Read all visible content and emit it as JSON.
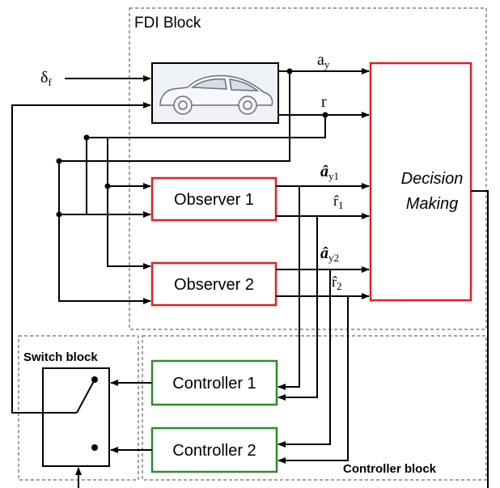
{
  "title": "FDI Block",
  "blocks": {
    "observer1": "Observer 1",
    "observer2": "Observer 2",
    "decision_line1": "Decision",
    "decision_line2": "Making",
    "controller1": "Controller 1",
    "controller2": "Controller 2",
    "switch_block": "Switch block",
    "controller_block": "Controller block"
  },
  "signals": {
    "delta": "δ",
    "delta_sub": "f",
    "ay": "a",
    "ay_sub": "y",
    "r": "r",
    "ay_hat": "â",
    "ay1_sub": "y1",
    "r1": "r̂",
    "r1_sub": "1",
    "ay2_sub": "y2",
    "r2": "r̂",
    "r2_sub": "2"
  },
  "icons": [
    "car-icon",
    "switch-contact"
  ],
  "colors": {
    "observer_border": "#e02020",
    "decision_border": "#e02020",
    "controller_border": "#2e8b2e",
    "line": "#000000",
    "dashed": "#444444"
  }
}
